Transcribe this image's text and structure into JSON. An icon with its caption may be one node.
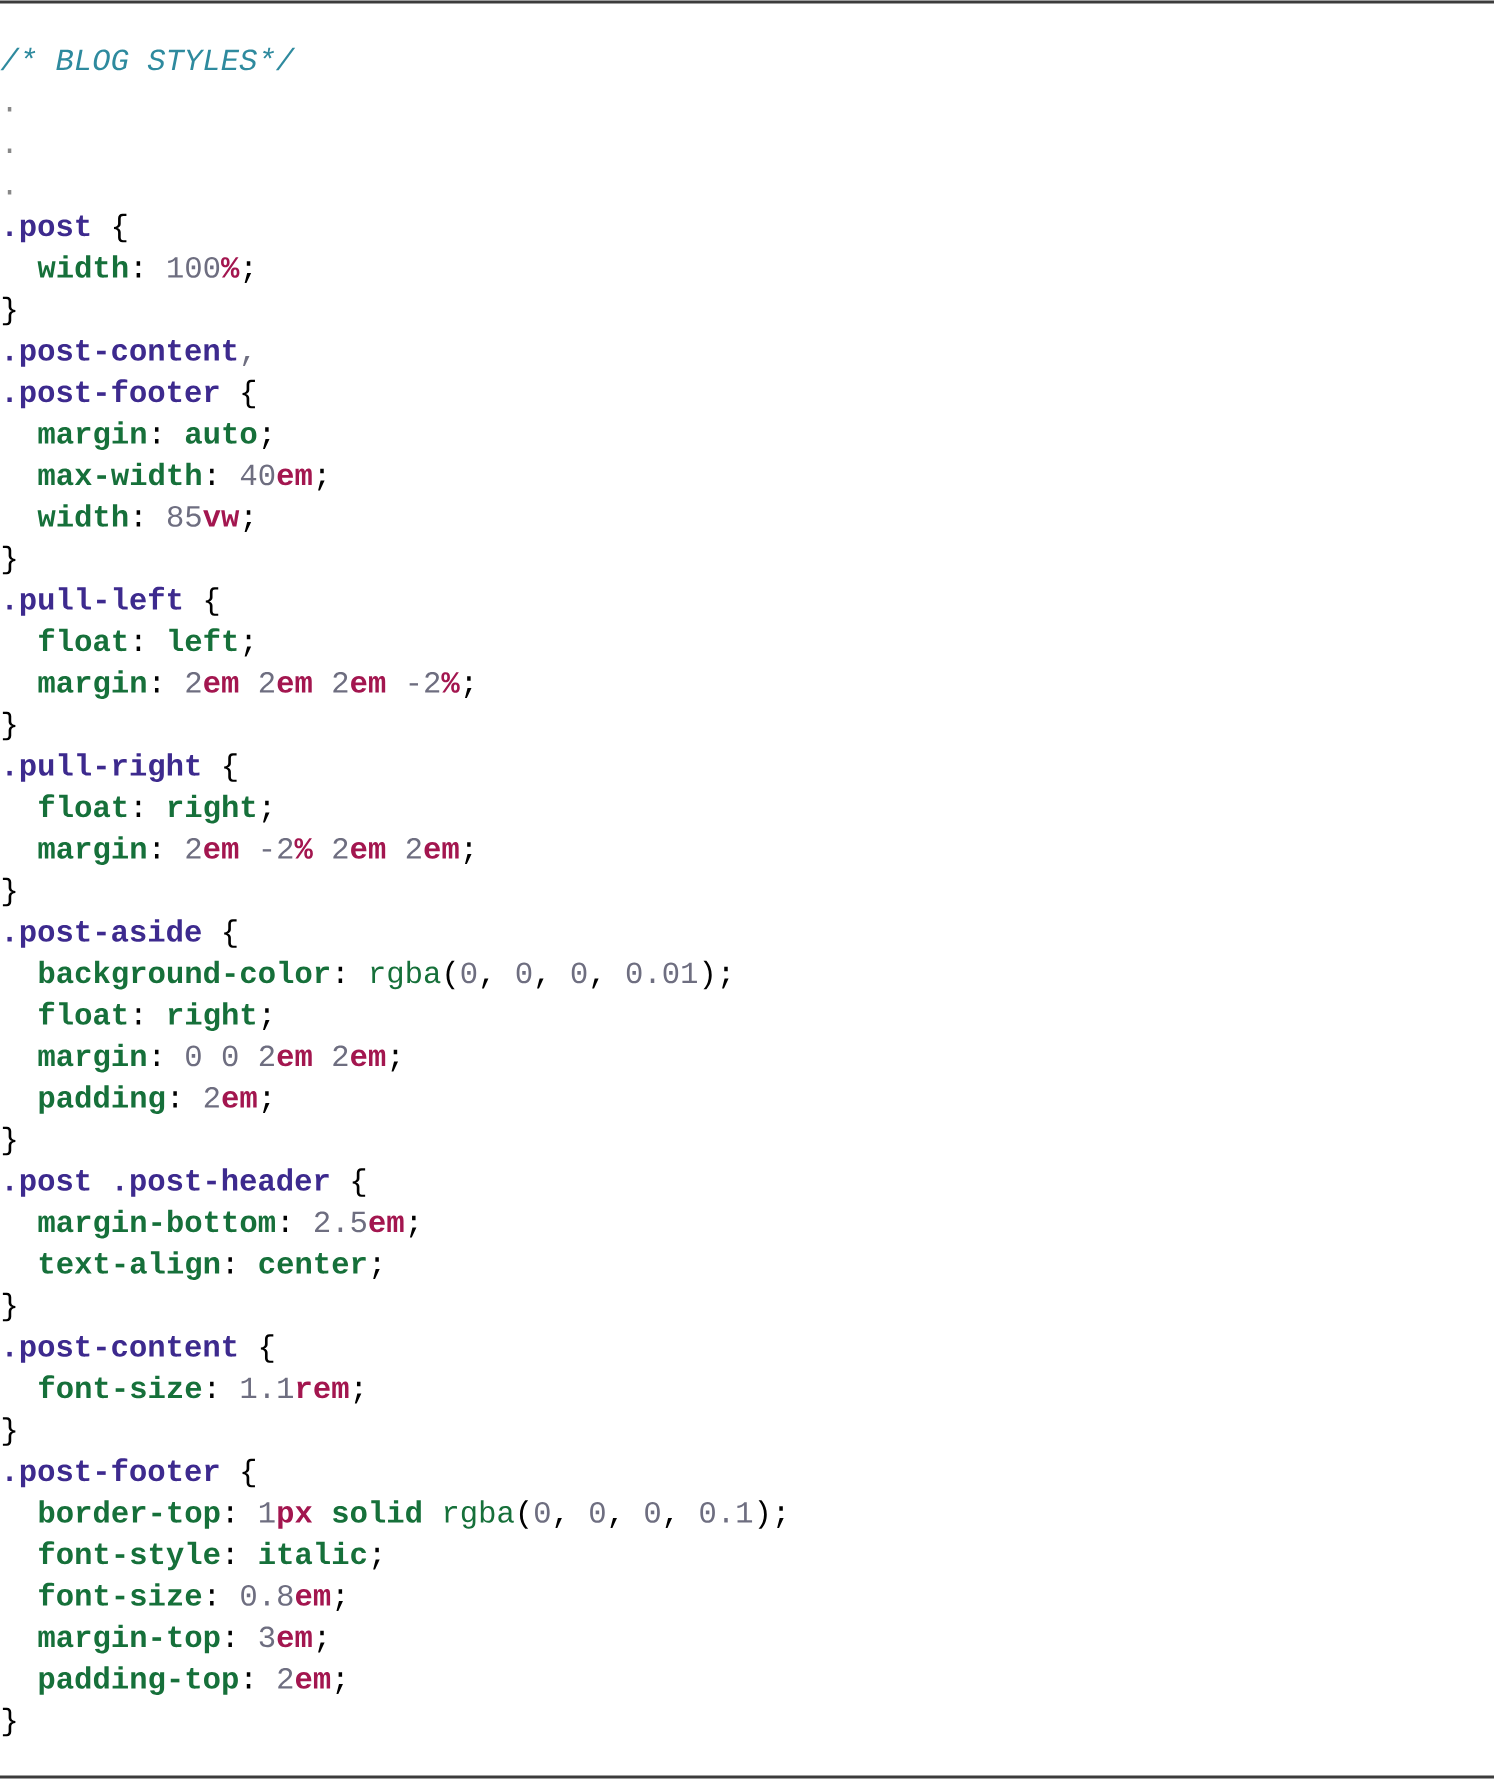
{
  "diagram": {
    "labels": [
      "/* BLOG STYLES*/",
      ".",
      ".",
      ".",
      ".post",
      "{",
      "width",
      ":",
      "100",
      "%",
      ";",
      "}",
      ".post-content",
      ",",
      ".post-footer",
      "{",
      "margin",
      ":",
      "auto",
      ";",
      "max-width",
      ":",
      "40",
      "em",
      ";",
      "width",
      ":",
      "85",
      "vw",
      ";",
      "}",
      ".pull-left",
      "{",
      "float",
      ":",
      "left",
      ";",
      "margin",
      ":",
      "2",
      "em",
      "2",
      "em",
      "2",
      "em",
      "-2",
      "%",
      ";",
      "}",
      ".pull-right",
      "{",
      "float",
      ":",
      "right",
      ";",
      "margin",
      ":",
      "2",
      "em",
      "-2",
      "%",
      "2",
      "em",
      "2",
      "em",
      ";",
      "}",
      ".post-aside",
      "{",
      "background-color",
      ":",
      "rgba",
      "(",
      "0",
      ",",
      "0",
      ",",
      "0",
      ",",
      "0.01",
      ");",
      "float",
      ":",
      "right",
      ";",
      "margin",
      ":",
      "0",
      "0",
      "2",
      "em",
      "2",
      "em",
      ";",
      "padding",
      ":",
      "2",
      "em",
      ";",
      "}",
      ".post .post-header",
      "{",
      "margin-bottom",
      ":",
      "2.5",
      "em",
      ";",
      "text-align",
      ":",
      "center",
      ";",
      "}",
      ".post-content",
      "{",
      "font-size",
      ":",
      "1.1",
      "rem",
      ";",
      "}",
      ".post-footer",
      "{",
      "border-top",
      ":",
      "1",
      "px",
      "solid",
      "rgba",
      "(",
      "0",
      ",",
      "0",
      ",",
      "0",
      ",",
      "0.1",
      ");",
      "font-style",
      ":",
      "italic",
      ";",
      "font-size",
      ":",
      "0.8",
      "em",
      ";",
      "margin-top",
      ":",
      "3",
      "em",
      ";",
      "padding-top",
      ":",
      "2",
      "em",
      ";",
      "}"
    ]
  }
}
